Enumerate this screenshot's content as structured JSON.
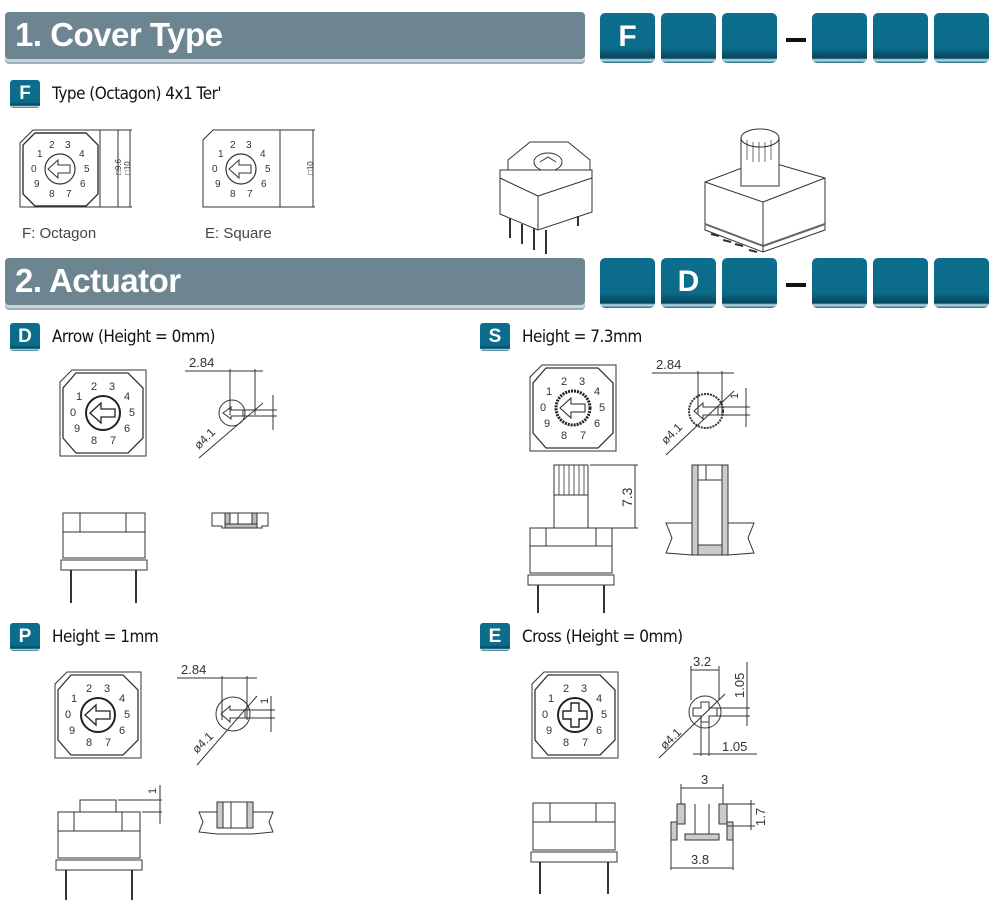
{
  "sections": [
    {
      "title": "1. Cover Type",
      "code_boxes": [
        "F",
        "",
        "",
        "",
        "",
        ""
      ],
      "code_separator": "–",
      "options": [
        {
          "code": "F",
          "label": "Type (Octagon) 4x1 Ter'",
          "drawings": {
            "captions": [
              "F: Octagon",
              "E: Square"
            ],
            "dims_octagon": [
              "□9.6",
              "□10"
            ],
            "dims_square": [
              "□10"
            ],
            "dial_numbers": [
              "0",
              "1",
              "2",
              "3",
              "4",
              "5",
              "6",
              "7",
              "8",
              "9"
            ]
          }
        }
      ]
    },
    {
      "title": "2. Actuator",
      "code_boxes": [
        "",
        "D",
        "",
        "",
        "",
        ""
      ],
      "code_separator": "–",
      "options": [
        {
          "code": "D",
          "label": "Arrow (Height = 0mm)",
          "dims": [
            "2.84",
            "ø4.1"
          ]
        },
        {
          "code": "S",
          "label": "Height = 7.3mm",
          "dims": [
            "2.84",
            "ø4.1",
            "1",
            "7.3"
          ]
        },
        {
          "code": "P",
          "label": "Height = 1mm",
          "dims": [
            "2.84",
            "ø4.1",
            "1",
            "1"
          ]
        },
        {
          "code": "E",
          "label": "Cross (Height = 0mm)",
          "dims": [
            "3.2",
            "1.05",
            "ø4.1",
            "1.05",
            "3",
            "1.7",
            "3.8"
          ]
        }
      ]
    }
  ],
  "colors": {
    "header_bar": "#6d8491",
    "code_box": "#0b6b8a",
    "text": "#111111"
  }
}
